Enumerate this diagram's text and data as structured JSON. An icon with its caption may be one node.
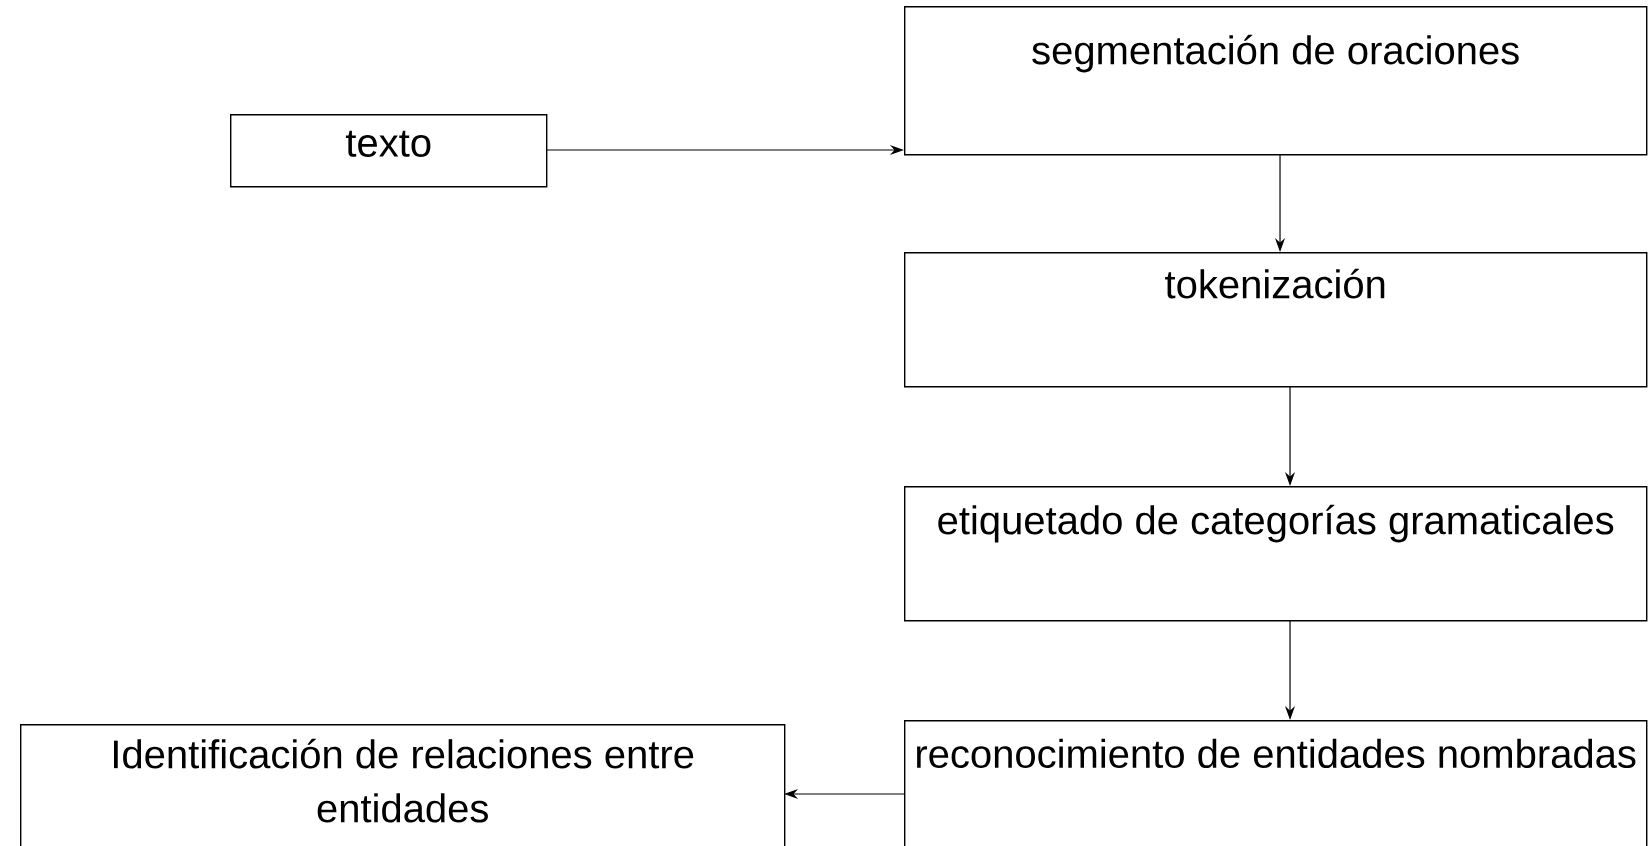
{
  "diagram": {
    "nodes": [
      {
        "text": [
          "texto"
        ]
      },
      {
        "text": [
          "segmentación de oraciones"
        ]
      },
      {
        "text": [
          "tokenización"
        ]
      },
      {
        "text": [
          "etiquetado de categorías gramaticales"
        ]
      },
      {
        "text": [
          "reconocimiento de entidades nombradas"
        ]
      },
      {
        "text": [
          "Identificación de relaciones entre entidades"
        ]
      }
    ],
    "edges": [
      {
        "from": 0,
        "to": 1,
        "arrow": "to"
      },
      {
        "from": 1,
        "to": 2,
        "arrow": "to"
      },
      {
        "from": 2,
        "to": 3,
        "arrow": "to"
      },
      {
        "from": 3,
        "to": 4,
        "arrow": "to"
      },
      {
        "from": 4,
        "to": 5,
        "arrow": "to"
      }
    ]
  }
}
